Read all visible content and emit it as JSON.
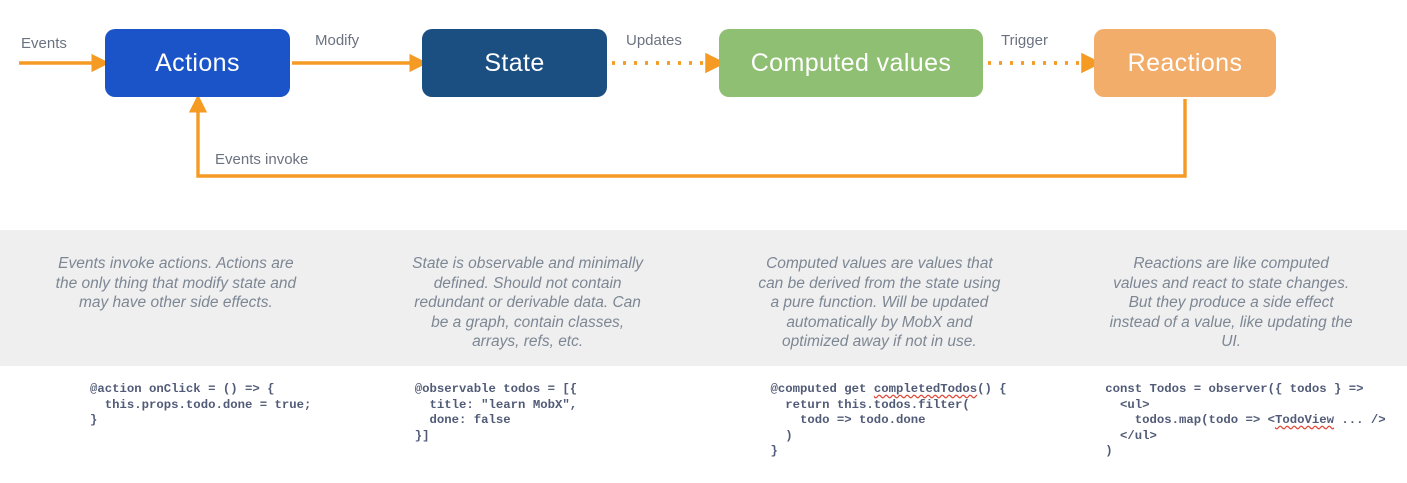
{
  "colors": {
    "actions": "#1b54c8",
    "state": "#1b4f82",
    "computed": "#8fbf72",
    "reactions": "#f2ad6a",
    "arrow": "#f59a23",
    "band_background": "#efefef",
    "description_text": "#7d8794",
    "code_text": "#515b77",
    "spellcheck_underline": "#e04a3a"
  },
  "diagram": {
    "nodes": [
      {
        "id": "actions",
        "label": "Actions"
      },
      {
        "id": "state",
        "label": "State"
      },
      {
        "id": "computed",
        "label": "Computed values"
      },
      {
        "id": "reactions",
        "label": "Reactions"
      }
    ],
    "edges": [
      {
        "id": "events",
        "label": "Events",
        "style": "solid"
      },
      {
        "id": "modify",
        "label": "Modify",
        "style": "solid"
      },
      {
        "id": "updates",
        "label": "Updates",
        "style": "dotted"
      },
      {
        "id": "trigger",
        "label": "Trigger",
        "style": "dotted"
      },
      {
        "id": "events-invoke",
        "label": "Events invoke",
        "style": "solid"
      }
    ]
  },
  "descriptions": [
    "Events invoke actions. Actions are the only thing that modify state and may have other side effects.",
    "State is observable and minimally defined. Should not contain redundant or derivable data. Can be a graph, contain classes, arrays, refs, etc.",
    "Computed values are values that can be derived from the state using a pure function. Will be updated automatically by MobX and optimized away if not in use.",
    "Reactions are like computed values and react to state changes. But they produce a side effect instead of a value, like updating the UI."
  ],
  "code_snippets": [
    {
      "id": "action-snippet",
      "lines": [
        "@action onClick = () => {",
        "  this.props.todo.done = true;",
        "}"
      ]
    },
    {
      "id": "observable-snippet",
      "lines": [
        "@observable todos = [{",
        "  title: \"learn MobX\",",
        "  done: false",
        "}]"
      ]
    },
    {
      "id": "computed-snippet",
      "lines": [
        "@computed get completedTodos() {",
        "  return this.todos.filter(",
        "    todo => todo.done",
        "  )",
        "}"
      ],
      "misspelled": "completedTodos"
    },
    {
      "id": "observer-snippet",
      "lines": [
        "const Todos = observer({ todos } =>",
        "  <ul>",
        "    todos.map(todo => <TodoView ... />",
        "  </ul>",
        ")"
      ],
      "misspelled": "TodoView"
    }
  ]
}
